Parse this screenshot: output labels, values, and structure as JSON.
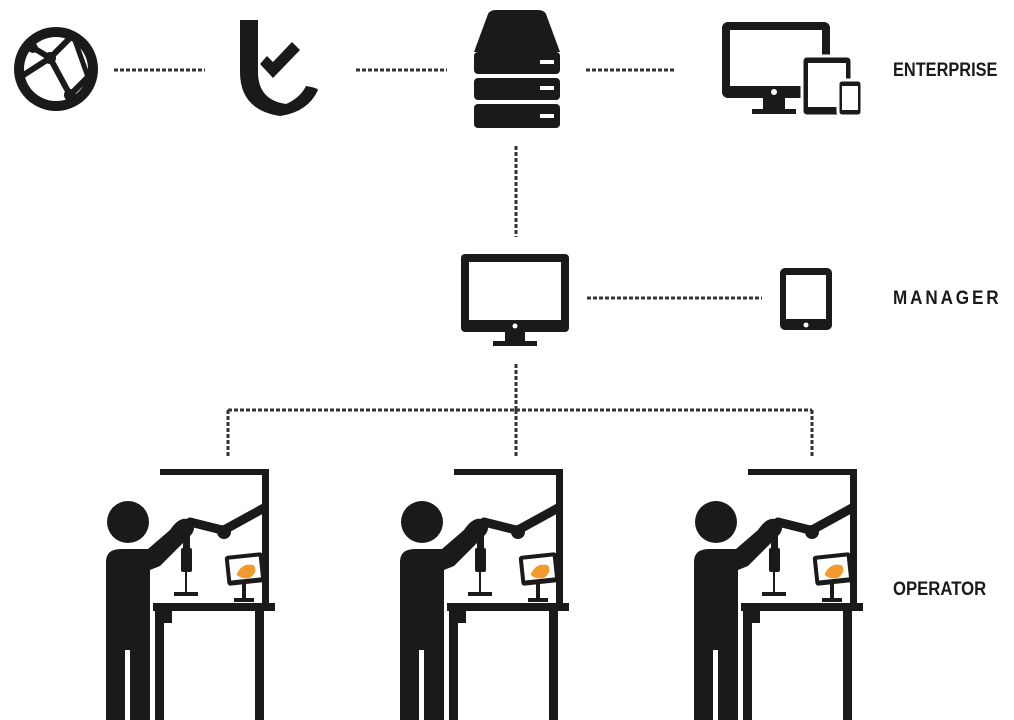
{
  "tiers": {
    "enterprise": "ENTERPRISE",
    "manager": "MANAGER",
    "operator": "OPERATOR"
  },
  "icons": {
    "enterprise": [
      "globe-network-icon",
      "shield-check-icon",
      "server-icon",
      "multi-device-icon"
    ],
    "manager": [
      "desktop-monitor-icon",
      "tablet-icon"
    ],
    "operator": [
      "operator-workstation-icon",
      "operator-workstation-icon",
      "operator-workstation-icon"
    ]
  },
  "colors": {
    "ink": "#1a1a1a",
    "screen_accent": "#f29a2e",
    "connector": "#333333"
  }
}
